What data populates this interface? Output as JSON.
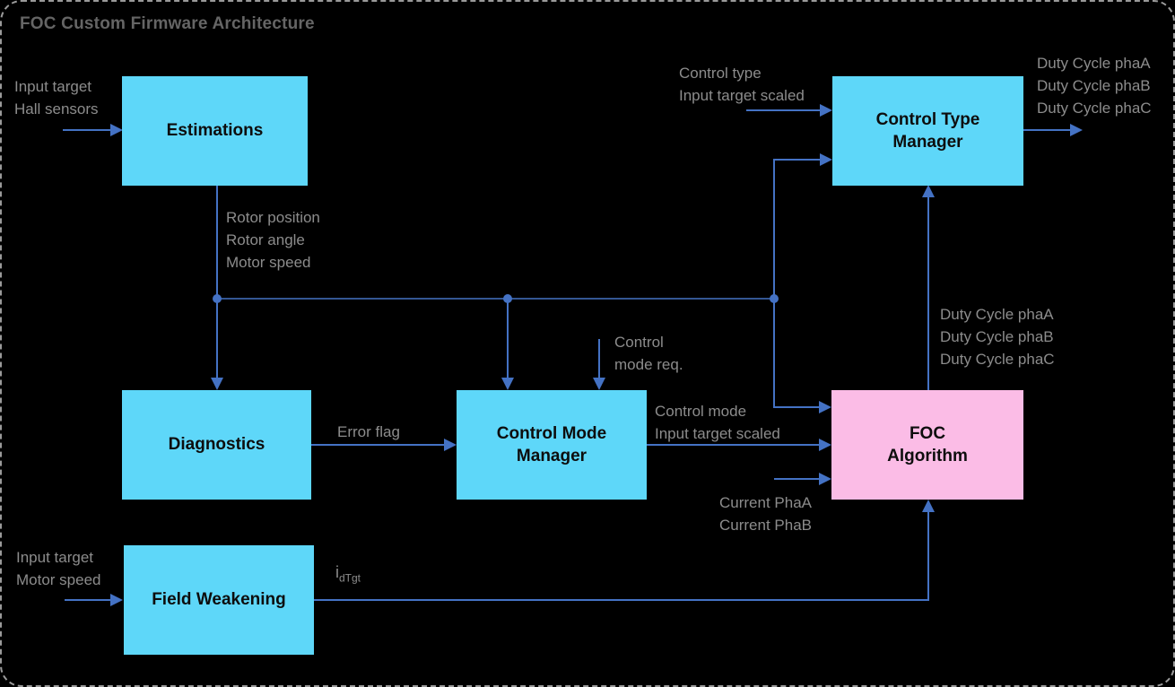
{
  "title": "FOC Custom Firmware Architecture",
  "colors": {
    "box_cyan": "#5ed7f9",
    "box_pink": "#fbbce6",
    "connector": "#4472c4",
    "label": "#8c8c8c",
    "title": "#656565",
    "background": "#000000"
  },
  "blocks": {
    "estimations": [
      "Estimations"
    ],
    "control_type_manager": [
      "Control Type",
      "Manager"
    ],
    "diagnostics": [
      "Diagnostics"
    ],
    "control_mode_manager": [
      "Control Mode",
      "Manager"
    ],
    "foc_algorithm": [
      "FOC",
      "Algorithm"
    ],
    "field_weakening": [
      "Field Weakening"
    ]
  },
  "labels": {
    "estimations_inputs": [
      "Input target",
      "Hall sensors"
    ],
    "estimations_outputs": [
      "Rotor position",
      "Rotor angle",
      "Motor speed"
    ],
    "control_type_inputs": [
      "Control type",
      "Input target scaled"
    ],
    "control_type_outputs": [
      "Duty Cycle phaA",
      "Duty Cycle phaB",
      "Duty Cycle phaC"
    ],
    "control_mode_request": [
      "Control",
      "mode req."
    ],
    "error_flag": "Error flag",
    "control_mode_outputs": [
      "Control mode",
      "Input target scaled"
    ],
    "current_inputs": [
      "Current PhaA",
      "Current PhaB"
    ],
    "foc_duty_outputs": [
      "Duty Cycle phaA",
      "Duty Cycle phaB",
      "Duty Cycle phaC"
    ],
    "field_weakening_inputs": [
      "Input target",
      "Motor speed"
    ],
    "field_weakening_output": {
      "base": "i",
      "sub": "dTgt"
    }
  }
}
